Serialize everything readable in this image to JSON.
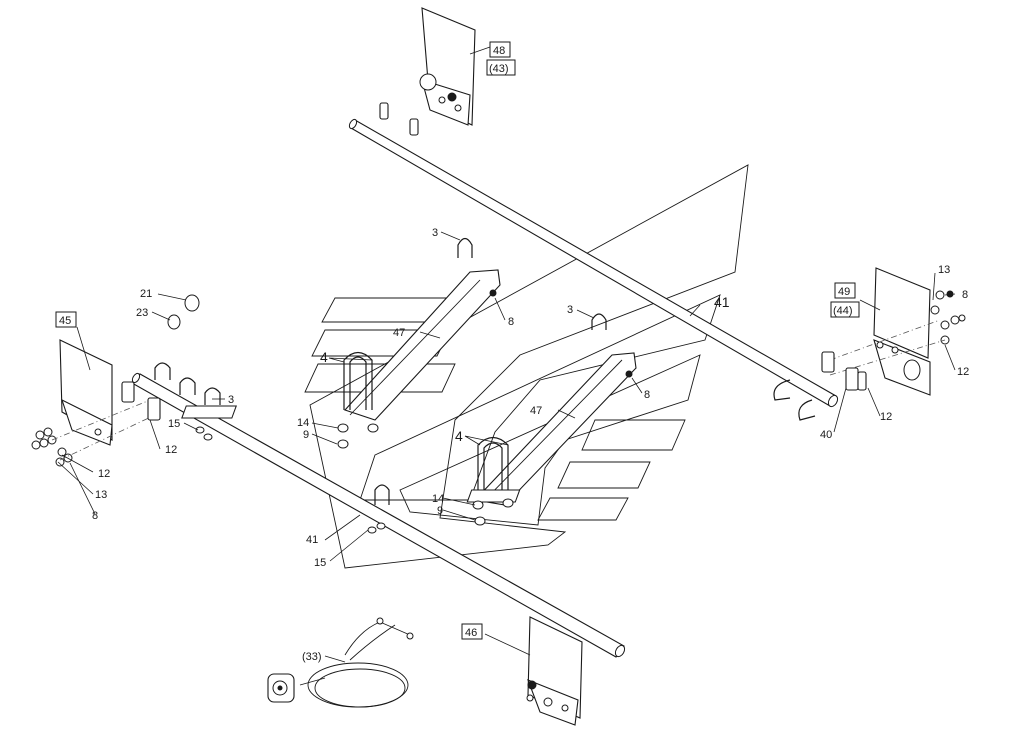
{
  "callouts": {
    "p3a": "3",
    "p3b": "3",
    "p3c": "3",
    "p4a": "4",
    "p4b": "4",
    "p8a": "8",
    "p8b": "8",
    "p8c": "8",
    "p8d": "8",
    "p9a": "9",
    "p9b": "9",
    "p12a": "12",
    "p12b": "12",
    "p12c": "12",
    "p12d": "12",
    "p13a": "13",
    "p13b": "13",
    "p14a": "14",
    "p14b": "14",
    "p15a": "15",
    "p15b": "15",
    "p21": "21",
    "p23": "23",
    "p33": "(33)",
    "p40": "40",
    "p41a": "41",
    "p41b": "41",
    "p43": "(43)",
    "p44": "(44)",
    "p45": "45",
    "p46": "46",
    "p47a": "47",
    "p47b": "47",
    "p48": "48",
    "p49": "49"
  }
}
